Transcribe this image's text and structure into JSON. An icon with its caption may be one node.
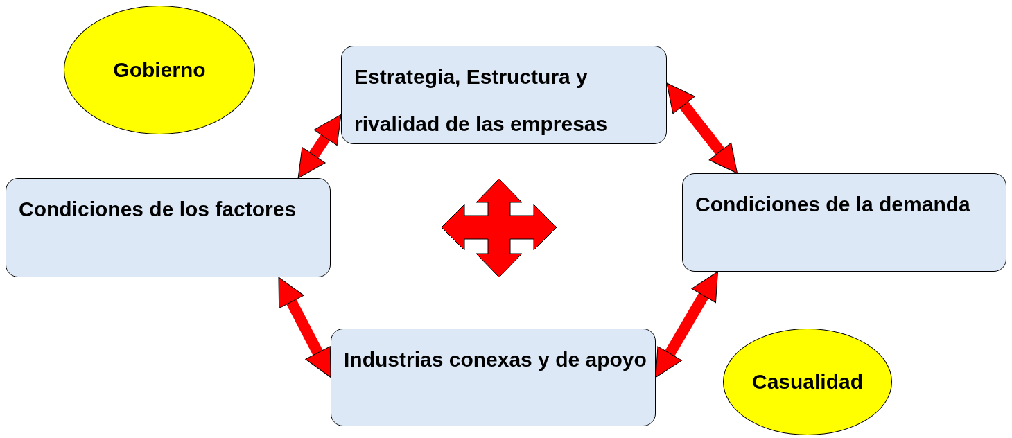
{
  "diagram": {
    "nodes": [
      {
        "text": [
          "Gobierno"
        ]
      },
      {
        "text": [
          "Estrategia, Estructura y rivalidad de las empresas"
        ]
      },
      {
        "text": [
          "Condiciones de los factores"
        ]
      },
      {
        "text": [
          "Condiciones de la demanda"
        ]
      },
      {
        "text": [
          "Industrias conexas y de apoyo"
        ]
      },
      {
        "text": [
          "Casualidad"
        ]
      }
    ],
    "edges": [
      {
        "from": 2,
        "to": 1,
        "arrow": "both"
      },
      {
        "from": 1,
        "to": 3,
        "arrow": "both"
      },
      {
        "from": 2,
        "to": 4,
        "arrow": "both"
      },
      {
        "from": 4,
        "to": 3,
        "arrow": "both"
      }
    ]
  }
}
